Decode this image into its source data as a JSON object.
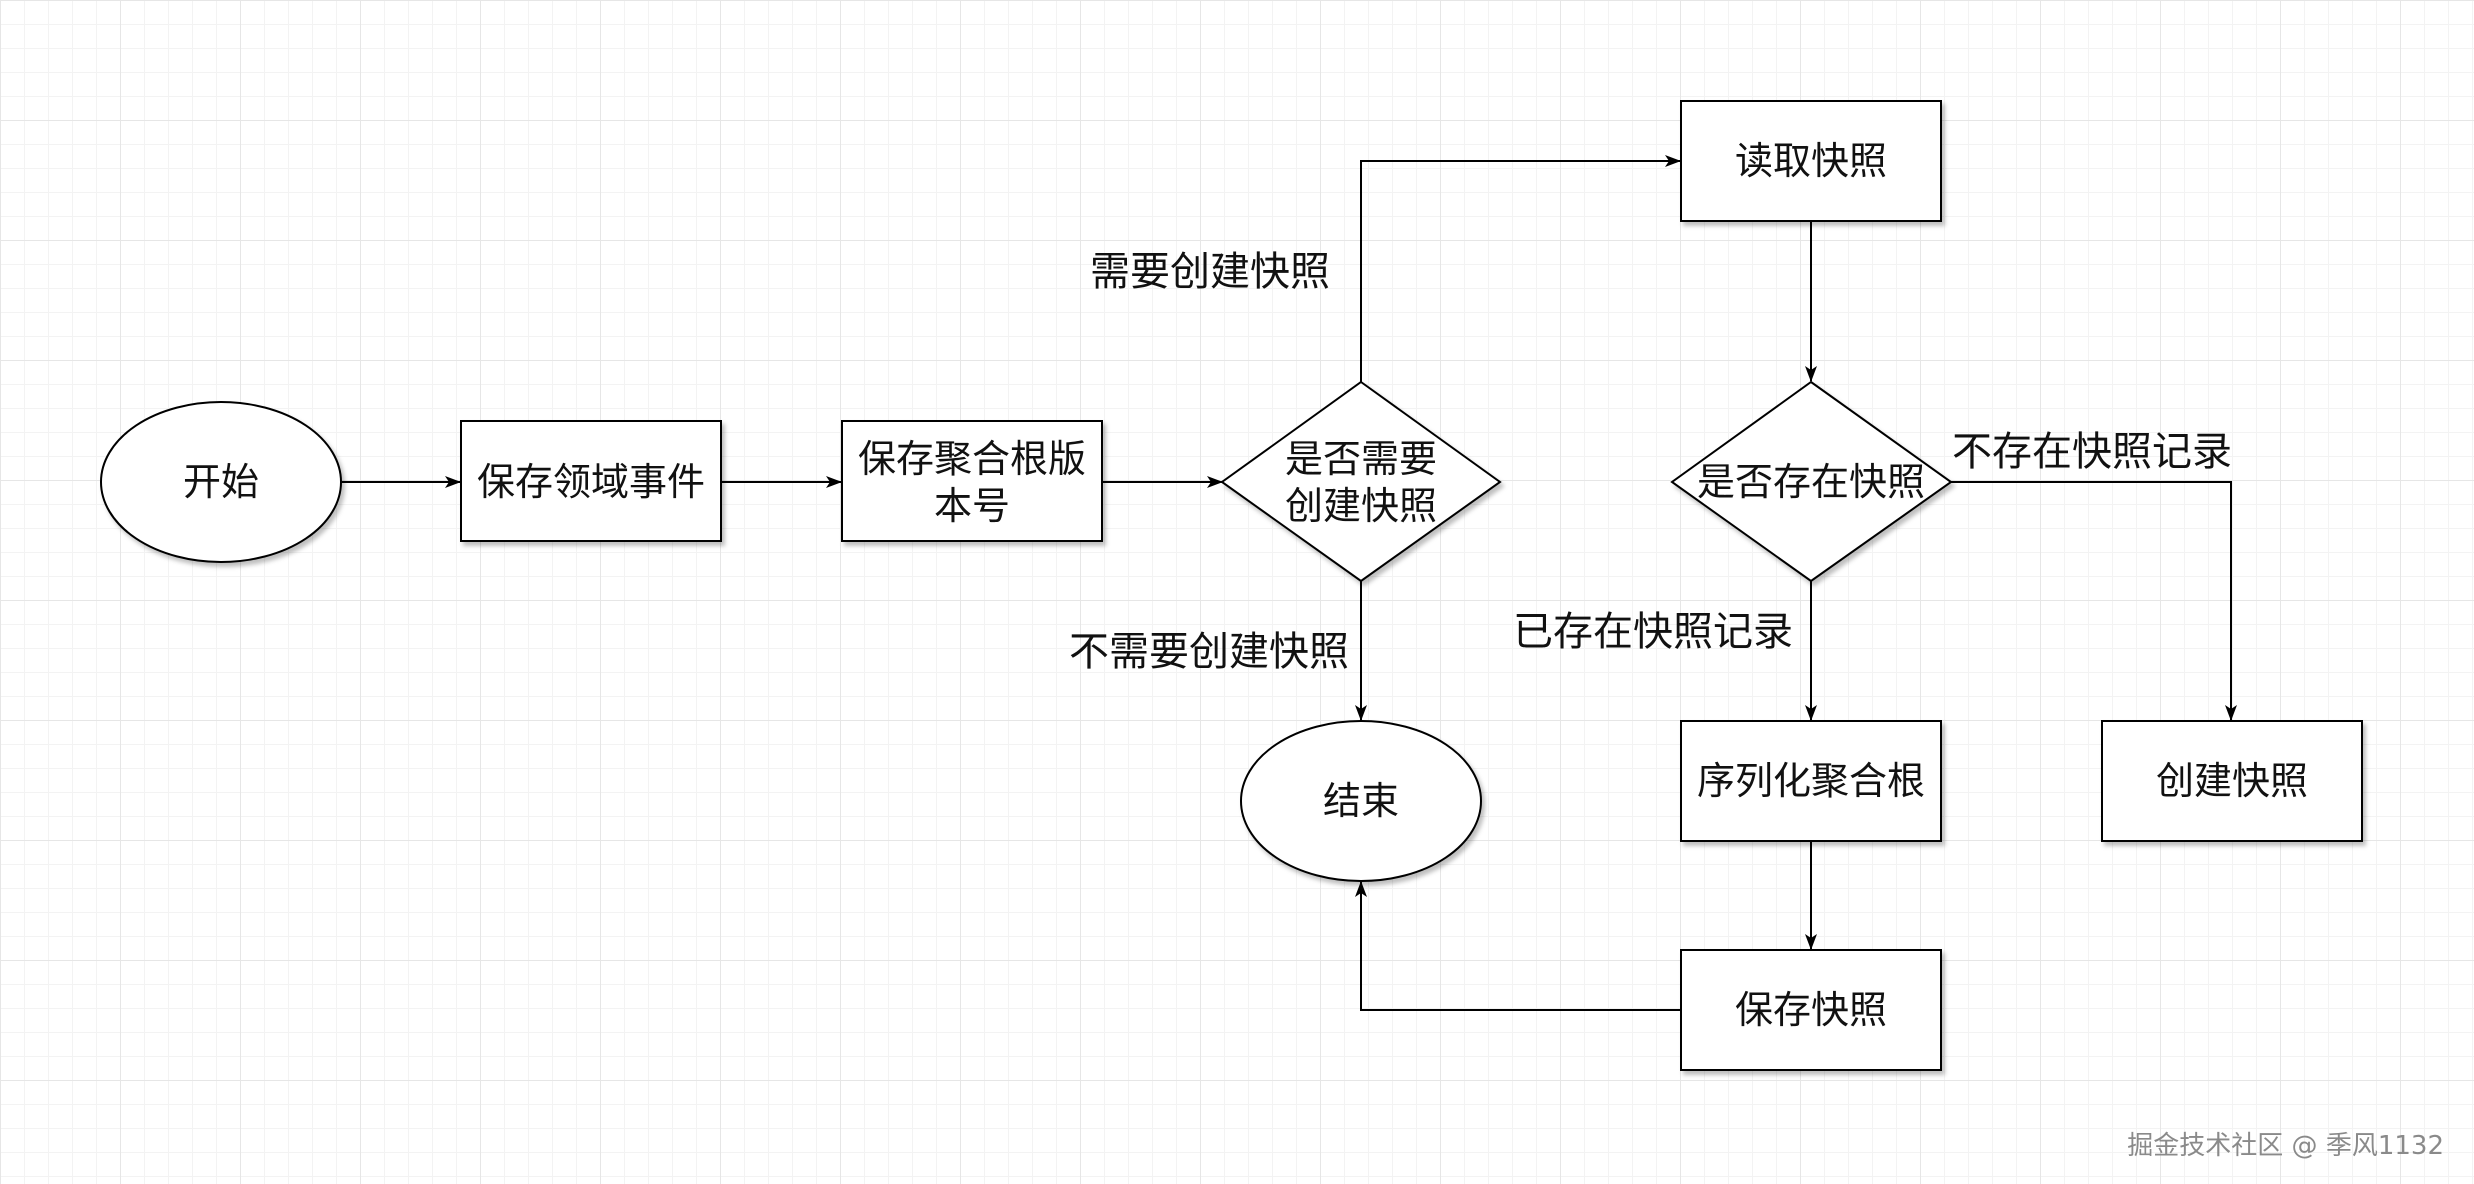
{
  "nodes": {
    "start": "开始",
    "save_events": "保存领域事件",
    "save_version": [
      "保存聚合根版",
      "本号"
    ],
    "need_snapshot": [
      "是否需要",
      "创建快照"
    ],
    "end": "结束",
    "read_snapshot": "读取快照",
    "exists_snapshot": "是否存在快照",
    "serialize": "序列化聚合根",
    "save_snapshot": "保存快照",
    "create_snapshot": "创建快照"
  },
  "edge_labels": {
    "need": "需要创建快照",
    "no_need": "不需要创建快照",
    "exists": "已存在快照记录",
    "not_exists": "不存在快照记录"
  },
  "watermark": "掘金技术社区 @ 季风1132",
  "colors": {
    "stroke": "#000000",
    "fill": "#ffffff",
    "grid": "#e6e6e6"
  }
}
